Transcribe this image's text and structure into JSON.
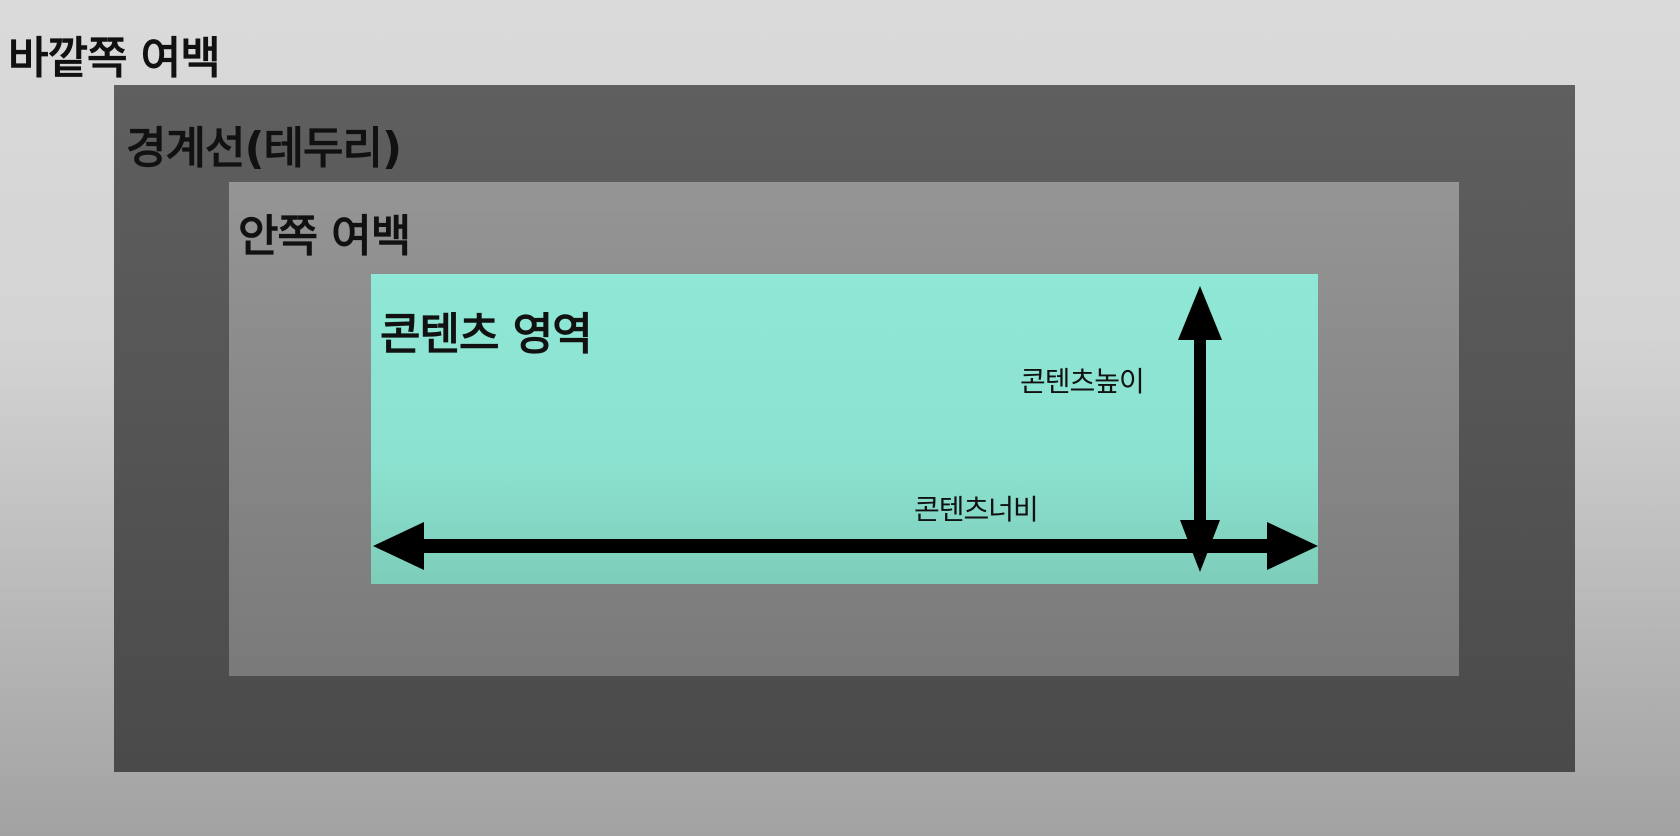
{
  "labels": {
    "margin": "바깥쪽 여백",
    "border": "경계선(테두리)",
    "padding": "안쪽 여백",
    "content": "콘텐츠 영역",
    "content_height": "콘텐츠높이",
    "content_width": "콘텐츠너비"
  },
  "colors": {
    "margin": "#d4d4d4",
    "border": "#555555",
    "padding": "#8a8a8a",
    "content": "#8ce2d0",
    "arrow": "#000000"
  }
}
